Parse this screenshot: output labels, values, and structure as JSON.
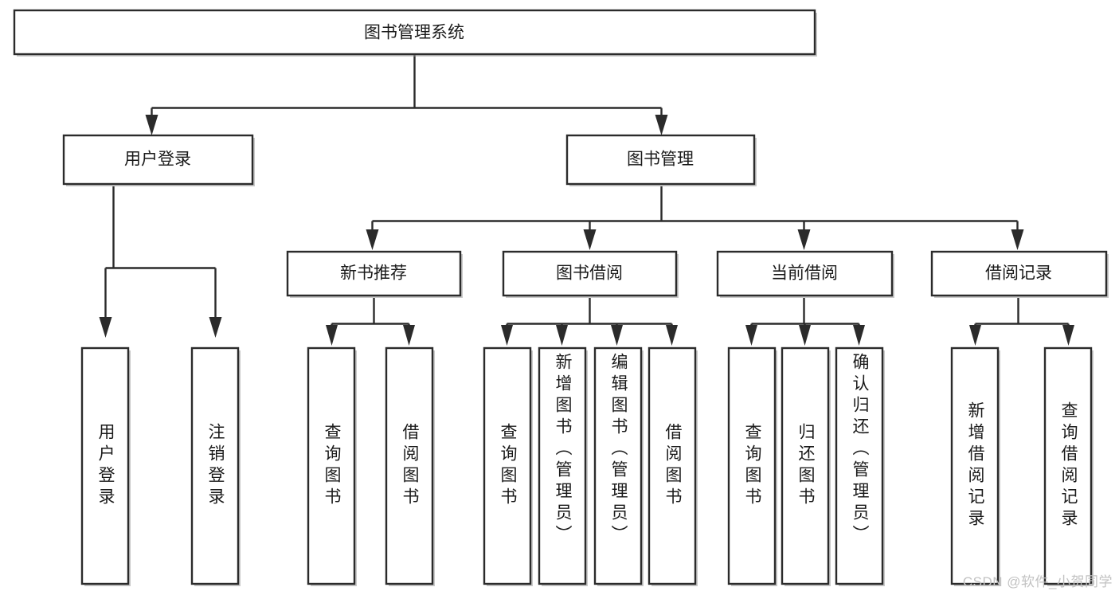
{
  "diagram": {
    "type": "tree-hierarchy",
    "orientation": "top-down",
    "title": "图书管理系统",
    "levels": 4,
    "root": {
      "id": "root",
      "label": "图书管理系统",
      "text_orientation": "horizontal"
    },
    "level2": [
      {
        "id": "user-login",
        "label": "用户登录",
        "text_orientation": "horizontal"
      },
      {
        "id": "book-manage",
        "label": "图书管理",
        "text_orientation": "horizontal"
      }
    ],
    "level3": [
      {
        "id": "new-book-recommend",
        "label": "新书推荐",
        "parent": "book-manage",
        "text_orientation": "horizontal"
      },
      {
        "id": "book-borrow",
        "label": "图书借阅",
        "parent": "book-manage",
        "text_orientation": "horizontal"
      },
      {
        "id": "current-borrow",
        "label": "当前借阅",
        "parent": "book-manage",
        "text_orientation": "horizontal"
      },
      {
        "id": "borrow-record",
        "label": "借阅记录",
        "parent": "book-manage",
        "text_orientation": "horizontal"
      }
    ],
    "leaves": [
      {
        "id": "leaf-user-login",
        "label": "用户登录",
        "parent": "user-login",
        "text_orientation": "vertical"
      },
      {
        "id": "leaf-user-logout",
        "label": "注销登录",
        "parent": "user-login",
        "text_orientation": "vertical"
      },
      {
        "id": "leaf-query-book-1",
        "label": "查询图书",
        "parent": "new-book-recommend",
        "text_orientation": "vertical"
      },
      {
        "id": "leaf-borrow-book-1",
        "label": "借阅图书",
        "parent": "new-book-recommend",
        "text_orientation": "vertical"
      },
      {
        "id": "leaf-query-book-2",
        "label": "查询图书",
        "parent": "book-borrow",
        "text_orientation": "vertical"
      },
      {
        "id": "leaf-add-book",
        "label": "新增图书（管理员）",
        "parent": "book-borrow",
        "text_orientation": "vertical"
      },
      {
        "id": "leaf-edit-book",
        "label": "编辑图书（管理员）",
        "parent": "book-borrow",
        "text_orientation": "vertical"
      },
      {
        "id": "leaf-borrow-book-2",
        "label": "借阅图书",
        "parent": "book-borrow",
        "text_orientation": "vertical"
      },
      {
        "id": "leaf-query-book-3",
        "label": "查询图书",
        "parent": "current-borrow",
        "text_orientation": "vertical"
      },
      {
        "id": "leaf-return-book",
        "label": "归还图书",
        "parent": "current-borrow",
        "text_orientation": "vertical"
      },
      {
        "id": "leaf-confirm-return",
        "label": "确认归还（管理员）",
        "parent": "current-borrow",
        "text_orientation": "vertical"
      },
      {
        "id": "leaf-add-record",
        "label": "新增借阅记录",
        "parent": "borrow-record",
        "text_orientation": "vertical"
      },
      {
        "id": "leaf-query-record",
        "label": "查询借阅记录",
        "parent": "borrow-record",
        "text_orientation": "vertical"
      }
    ],
    "colors": {
      "background": "#ffffff",
      "box_fill": "#ffffff",
      "box_stroke": "#2b2b2b",
      "connector": "#2b2b2b",
      "text": "#1a1a1a",
      "watermark": "#c2c2c2"
    }
  },
  "watermark": {
    "text": "CSDN @软件_小贺同学"
  }
}
